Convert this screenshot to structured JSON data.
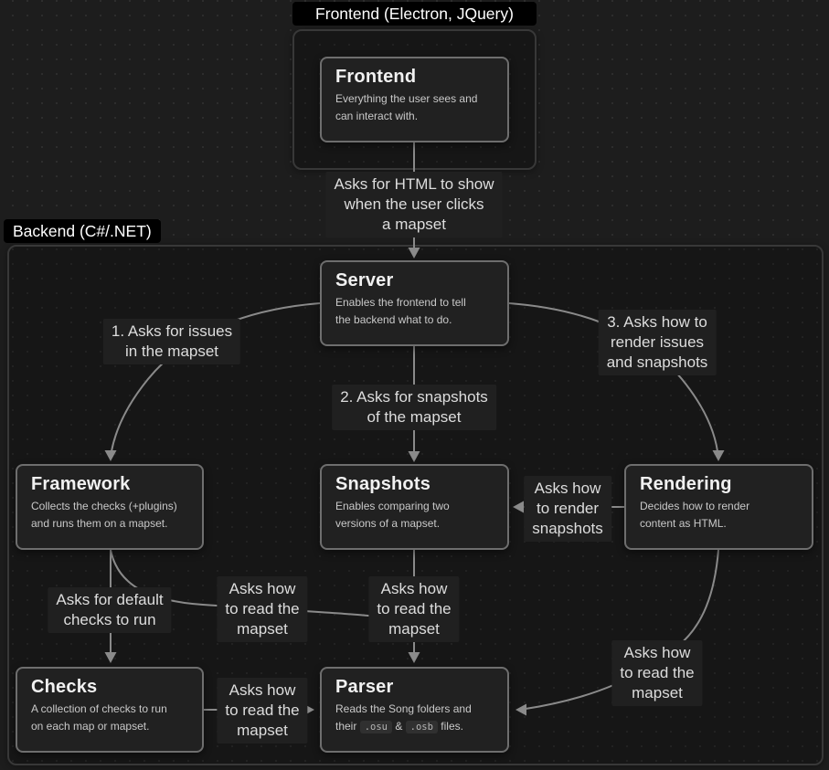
{
  "groups": {
    "frontend": {
      "label": "Frontend (Electron, JQuery)"
    },
    "backend": {
      "label": "Backend (C#/.NET)"
    }
  },
  "nodes": {
    "frontend": {
      "title": "Frontend",
      "desc": "Everything the user sees and\ncan interact with."
    },
    "server": {
      "title": "Server",
      "desc": "Enables the frontend to tell\nthe backend what to do."
    },
    "framework": {
      "title": "Framework",
      "desc": "Collects the checks (+plugins)\nand runs them on a mapset."
    },
    "snapshots": {
      "title": "Snapshots",
      "desc": "Enables comparing two\nversions of a mapset."
    },
    "rendering": {
      "title": "Rendering",
      "desc": "Decides how to render\ncontent as HTML."
    },
    "checks": {
      "title": "Checks",
      "desc": "A collection of checks to run\non each map or mapset."
    },
    "parser": {
      "title": "Parser",
      "desc_parts": [
        {
          "text": "Reads the Song folders and\ntheir "
        },
        {
          "code": ".osu"
        },
        {
          "text": " & "
        },
        {
          "code": ".osb"
        },
        {
          "text": " files."
        }
      ]
    }
  },
  "edges": {
    "frontend_server": "Asks for HTML to show\nwhen the user clicks\na mapset",
    "server_framework": "1. Asks for issues\nin the mapset",
    "server_snapshots": "2. Asks for snapshots\nof the mapset",
    "server_rendering": "3. Asks how to\nrender issues\nand snapshots",
    "rendering_snapshots": "Asks how\nto render\nsnapshots",
    "framework_checks": "Asks for default\nchecks to run",
    "framework_parser": "Asks how\nto read the\nmapset",
    "snapshots_parser": "Asks how\nto read the\nmapset",
    "checks_parser": "Asks how\nto read the\nmapset",
    "rendering_parser": "Asks how\nto read the\nmapset"
  },
  "colors": {
    "background": "#1d1d1d",
    "dot_grid": "#2d2d2d",
    "group_border": "#383838",
    "card_background": "#212121",
    "card_border": "#6e6e6e",
    "wire": "#8a8a8a",
    "chip_background": "#000000",
    "title_text": "#f1f1f1",
    "body_text": "#c9c9c9"
  }
}
